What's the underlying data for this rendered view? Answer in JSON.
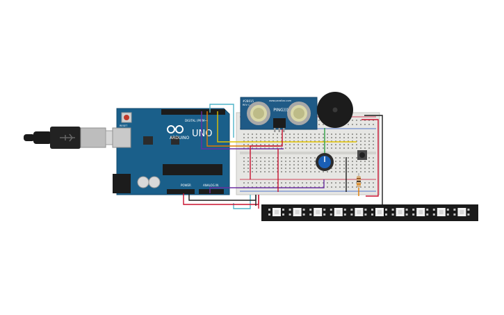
{
  "canvas": {
    "background": "#ffffff"
  },
  "usb_cable": {
    "icon": "usb-b-plug-icon"
  },
  "arduino": {
    "brand": "ARDUINO",
    "model": "UNO",
    "header_digital": "DIGITAL (PWM~)",
    "header_power": "POWER",
    "header_analog": "ANALOG IN",
    "reset_label": "RESET",
    "board_color": "#1a5f8a"
  },
  "ultrasonic_sensor": {
    "model": "PING)))",
    "label_left": "#28015",
    "label_sub": "REV C",
    "brand": "www.parallax.com",
    "color": "#1f5a86"
  },
  "buzzer": {
    "icon": "piezo-buzzer-icon"
  },
  "potentiometer": {
    "icon": "potentiometer-knob-icon"
  },
  "pushbutton": {
    "icon": "pushbutton-icon"
  },
  "resistor": {
    "icon": "resistor-icon"
  },
  "breadboard": {
    "color": "#e6e6e3"
  },
  "led_strip": {
    "led_count": 10,
    "color": "#1a1a1a"
  },
  "wire_colors": {
    "red": "#c8102e",
    "black": "#1a1a1a",
    "yellow": "#e2c200",
    "purple": "#6b2fa0",
    "cyan": "#4fb3c8",
    "green": "#2ea043",
    "orange": "#e07b00"
  }
}
